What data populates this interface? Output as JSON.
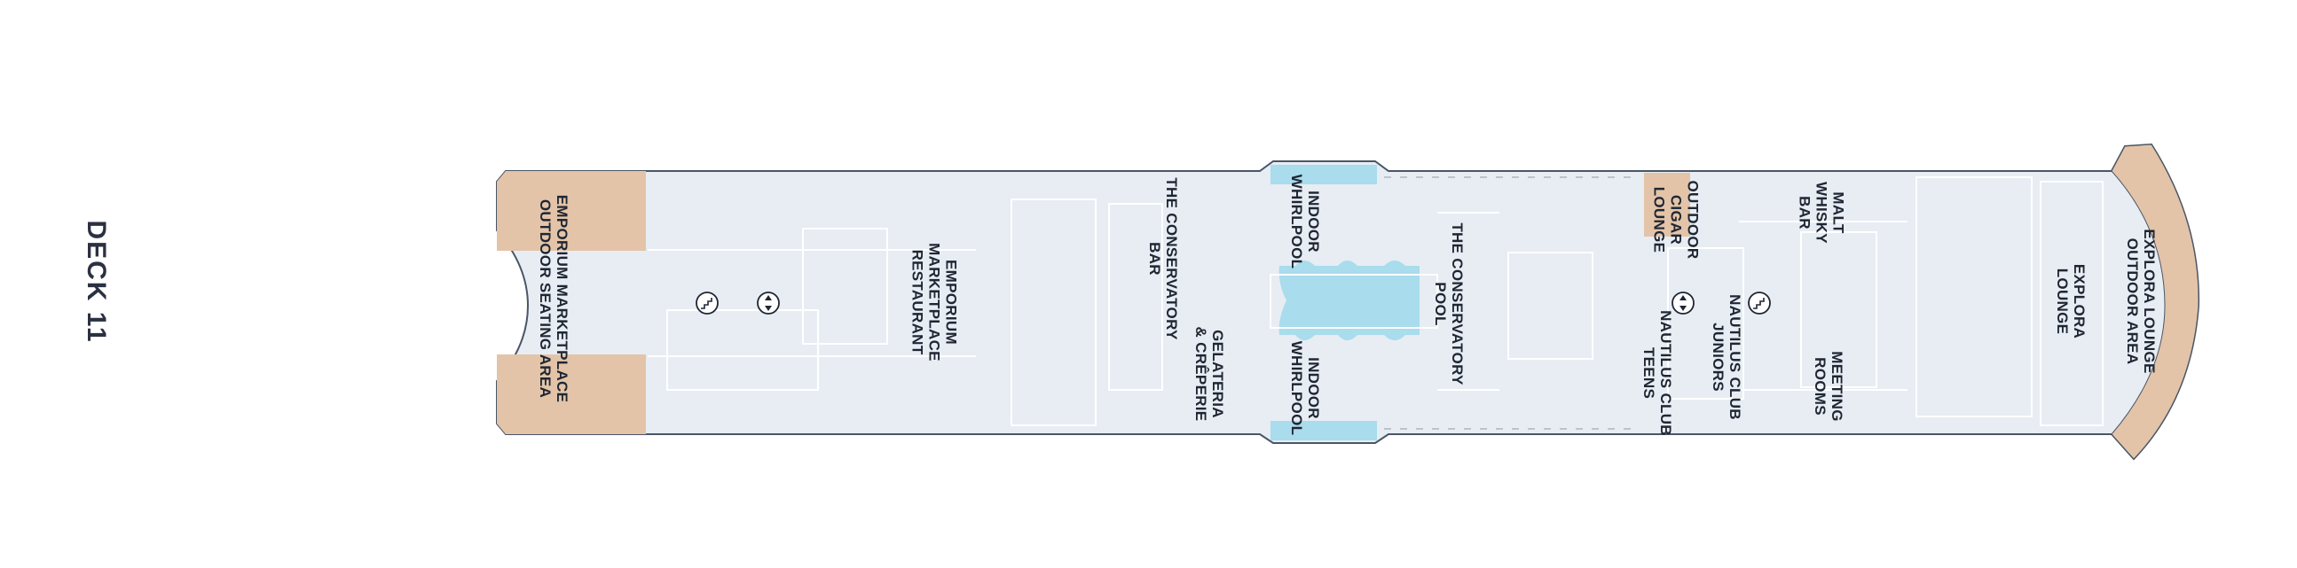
{
  "deck": {
    "title": "DECK 11"
  },
  "colors": {
    "deck_fill": "#e7edf3",
    "outline": "#4a5566",
    "outdoor_fill": "#e3c4a8",
    "pool_fill": "#a9dcec",
    "line_detail": "#ffffff"
  },
  "areas": {
    "emporium_outdoor": "EMPORIUM MARKETPLACE\nOUTDOOR SEATING AREA",
    "emporium_restaurant": "EMPORIUM\nMARKETPLACE\nRESTAURANT",
    "conservatory_bar": "THE CONSERVATORY\nBAR",
    "gelateria": "GELATERIA\n& CRÊPERIE",
    "indoor_whirlpool_top": "INDOOR\nWHIRLPOOL",
    "indoor_whirlpool_bottom": "INDOOR\nWHIRLPOOL",
    "conservatory_pool": "THE CONSERVATORY\nPOOL",
    "outdoor_cigar": "OUTDOOR\nCIGAR\nLOUNGE",
    "nautilus_teens": "NAUTILUS CLUB\nTEENS",
    "nautilus_juniors": "NAUTILUS CLUB\nJUNIORS",
    "malt_whisky": "MALT\nWHISKY\nBAR",
    "meeting_rooms": "MEETING\nROOMS",
    "explora_lounge": "EXPLORA\nLOUNGE",
    "explora_outdoor": "EXPLORA LOUNGE\nOUTDOOR AREA"
  },
  "icons": [
    "stairs-icon",
    "elevator-icon",
    "elevator-icon",
    "stairs-icon"
  ]
}
